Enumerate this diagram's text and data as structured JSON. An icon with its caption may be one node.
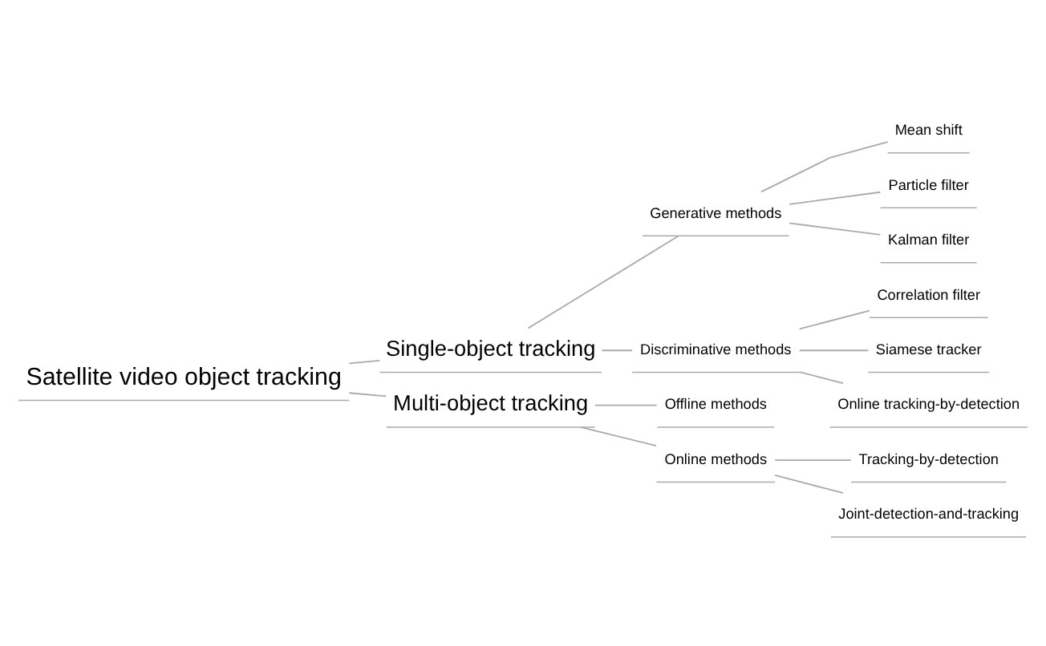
{
  "diagram": {
    "nodes": [
      {
        "text": [
          "Satellite video object tracking"
        ]
      },
      {
        "text": [
          "Single-object tracking"
        ]
      },
      {
        "text": [
          "Multi-object tracking"
        ]
      },
      {
        "text": [
          "Generative methods"
        ]
      },
      {
        "text": [
          "Discriminative methods"
        ]
      },
      {
        "text": [
          "Mean shift"
        ]
      },
      {
        "text": [
          "Particle filter"
        ]
      },
      {
        "text": [
          "Kalman filter"
        ]
      },
      {
        "text": [
          "Correlation filter"
        ]
      },
      {
        "text": [
          "Siamese tracker"
        ]
      },
      {
        "text": [
          "Online tracking-by-detection"
        ]
      },
      {
        "text": [
          "Offline methods"
        ]
      },
      {
        "text": [
          "Online methods"
        ]
      },
      {
        "text": [
          "Tracking-by-detection"
        ]
      },
      {
        "text": [
          "Joint-detection-and-tracking"
        ]
      }
    ],
    "edges": [
      {
        "from": 0,
        "to": 1,
        "arrow": "none"
      },
      {
        "from": 0,
        "to": 2,
        "arrow": "none"
      },
      {
        "from": 1,
        "to": 3,
        "arrow": "none"
      },
      {
        "from": 1,
        "to": 4,
        "arrow": "none"
      },
      {
        "from": 3,
        "to": 5,
        "arrow": "none"
      },
      {
        "from": 3,
        "to": 6,
        "arrow": "none"
      },
      {
        "from": 3,
        "to": 7,
        "arrow": "none"
      },
      {
        "from": 4,
        "to": 8,
        "arrow": "none"
      },
      {
        "from": 4,
        "to": 9,
        "arrow": "none"
      },
      {
        "from": 4,
        "to": 10,
        "arrow": "none"
      },
      {
        "from": 2,
        "to": 11,
        "arrow": "none"
      },
      {
        "from": 2,
        "to": 12,
        "arrow": "none"
      },
      {
        "from": 12,
        "to": 13,
        "arrow": "none"
      },
      {
        "from": 12,
        "to": 14,
        "arrow": "none"
      }
    ]
  }
}
